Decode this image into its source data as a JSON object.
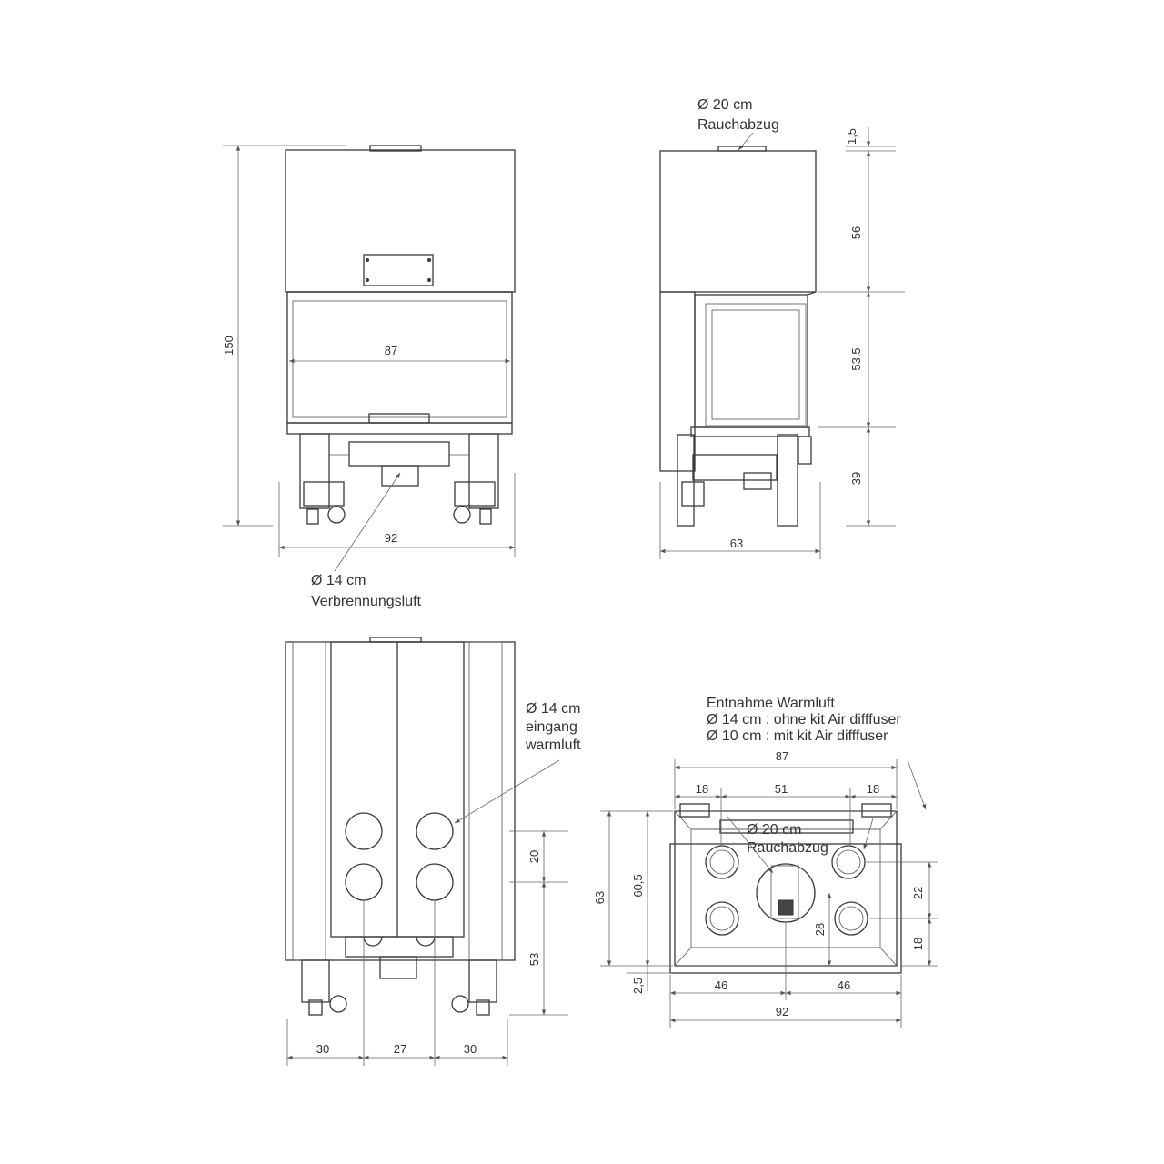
{
  "front": {
    "height": "150",
    "inner_width": "87",
    "width": "92",
    "air_diameter": "Ø 14 cm",
    "air_label": "Verbrennungsluft"
  },
  "side": {
    "flue_diameter": "Ø 20 cm",
    "flue_label": "Rauchabzug",
    "dims": [
      "1,5",
      "56",
      "53,5",
      "39"
    ],
    "depth": "63"
  },
  "back": {
    "inlet_diameter": "Ø 14 cm",
    "inlet_label_1": "eingang",
    "inlet_label_2": "warmluft",
    "dim_20": "20",
    "dim_53": "53",
    "bottom_dims": [
      "30",
      "27",
      "30"
    ]
  },
  "top": {
    "title": "Entnahme Warmluft",
    "line1": "Ø 14 cm : ohne kit Air difffuser",
    "line2": "Ø 10 cm : mit kit Air difffuser",
    "width_top": "87",
    "sub_dims": [
      "18",
      "51",
      "18"
    ],
    "flue_diameter": "Ø 20 cm",
    "flue_label": "Rauchabzug",
    "depth_outer": "63",
    "depth_inner": "60,5",
    "offset": "2,5",
    "half_dims": [
      "46",
      "46"
    ],
    "width_bottom": "92",
    "dim_28": "28",
    "dim_22": "22",
    "dim_18": "18"
  }
}
